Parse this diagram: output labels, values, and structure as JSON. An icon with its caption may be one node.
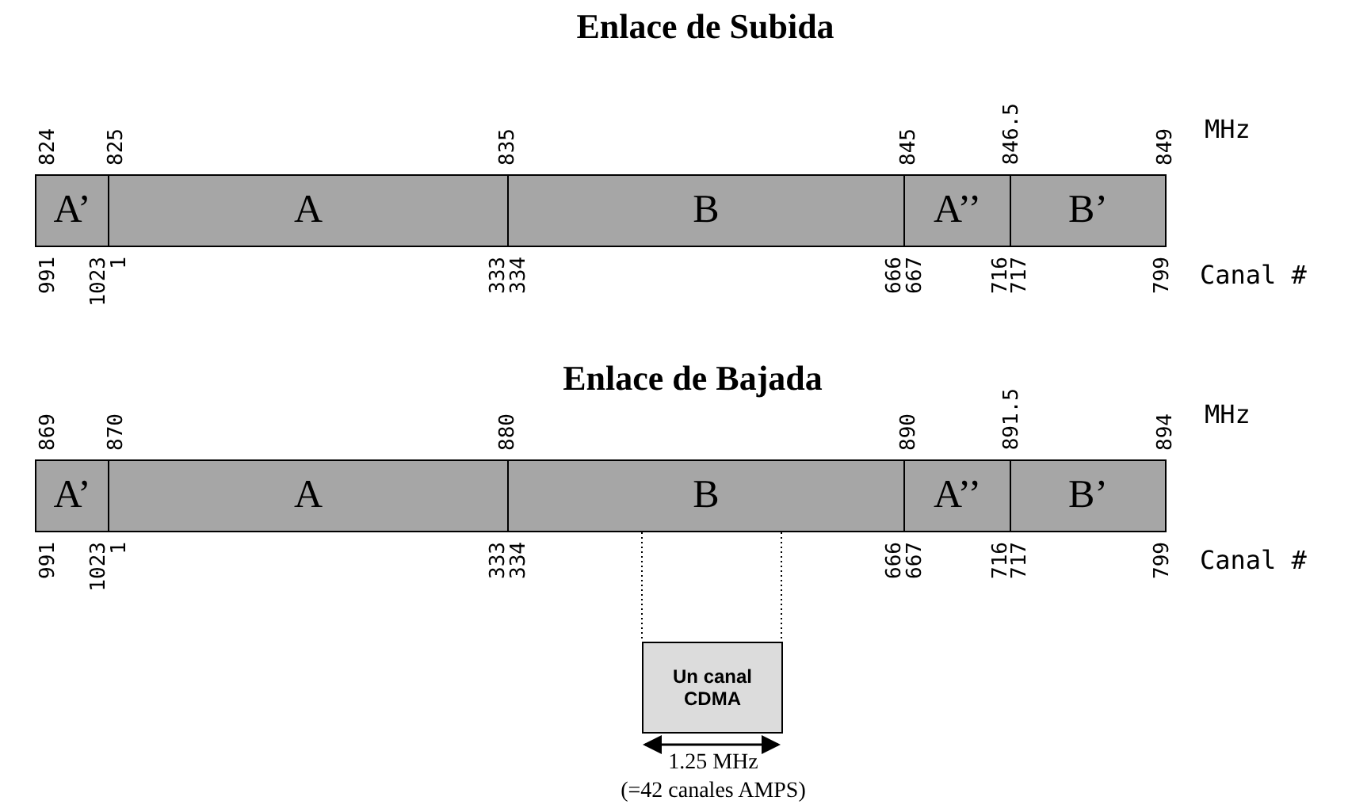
{
  "diagram": {
    "nodes": [
      {
        "text": [
          "A’"
        ]
      },
      {
        "text": [
          "A"
        ]
      },
      {
        "text": [
          "B"
        ]
      },
      {
        "text": [
          "A’’"
        ]
      },
      {
        "text": [
          "B’"
        ]
      },
      {
        "text": [
          "A’"
        ]
      },
      {
        "text": [
          "A"
        ]
      },
      {
        "text": [
          "B"
        ]
      },
      {
        "text": [
          "A’’"
        ]
      },
      {
        "text": [
          "B’"
        ]
      },
      {
        "text": [
          "Un canal CDMA"
        ]
      }
    ],
    "edges": [
      {
        "from": 7,
        "to": 10,
        "arrow": "none",
        "style": "dashed"
      },
      {
        "from": 7,
        "to": 10,
        "arrow": "none",
        "style": "dashed"
      }
    ],
    "labels": [
      "Enlace de Subida",
      "824",
      "825",
      "835",
      "845",
      "846.5",
      "849",
      "MHz",
      "991",
      "1023",
      "1",
      "333",
      "334",
      "666",
      "667",
      "716",
      "717",
      "799",
      "Canal #",
      "Enlace de Bajada",
      "869",
      "870",
      "880",
      "890",
      "891.5",
      "894",
      "MHz",
      "991",
      "1023",
      "1",
      "333",
      "334",
      "666",
      "667",
      "716",
      "717",
      "799",
      "Canal #",
      "1.25 MHz",
      "(=42 canales AMPS)"
    ]
  }
}
